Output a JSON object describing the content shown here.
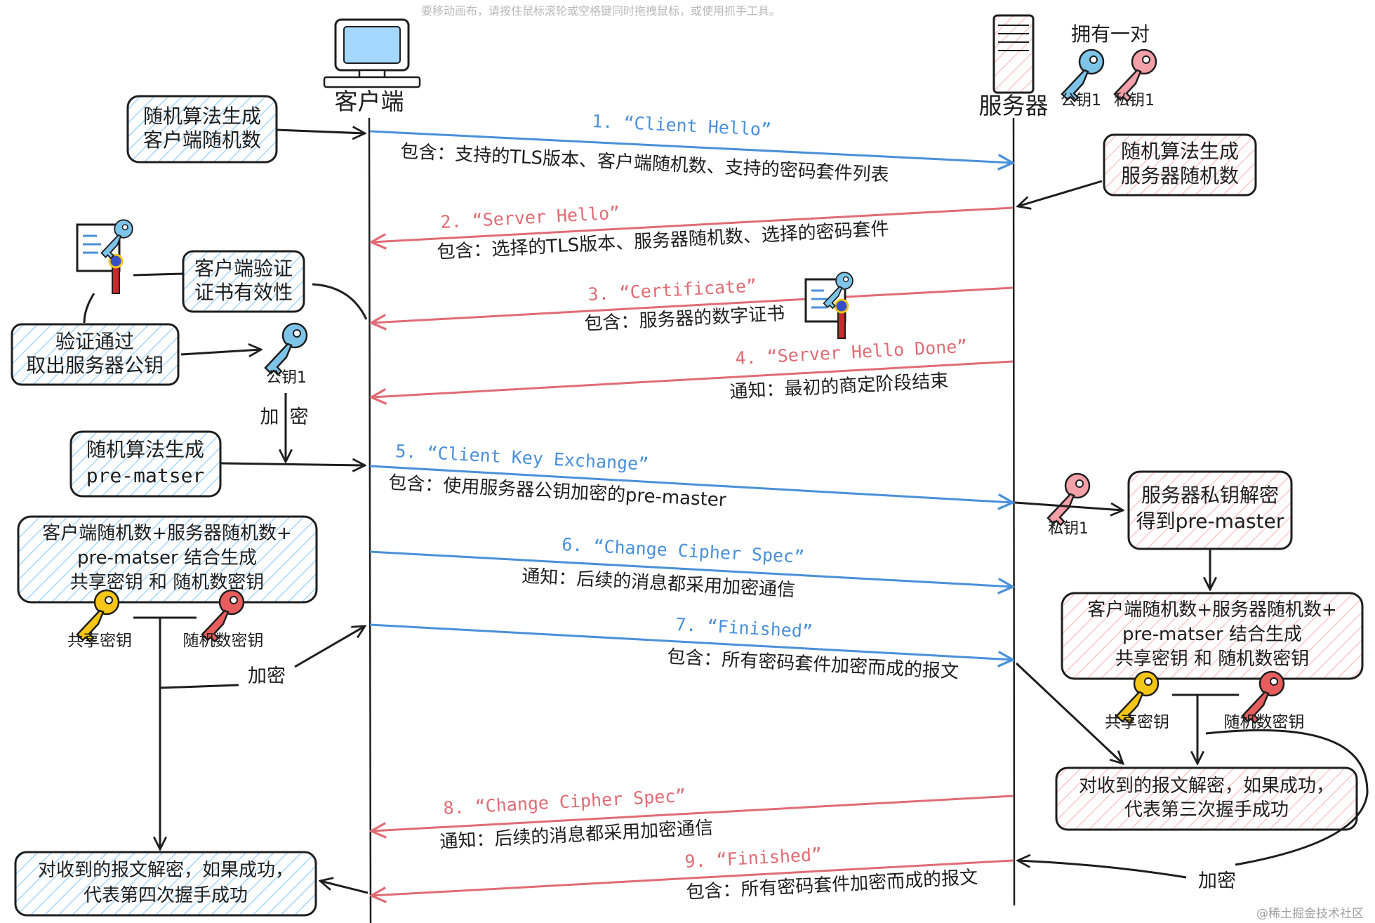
{
  "hint": "要移动画布，请按住鼠标滚轮或空格键同时拖拽鼠标，或使用抓手工具。",
  "watermark": "@稀土掘金技术社区",
  "colors": {
    "blue": "#4a90d9",
    "red": "#e06c75",
    "blue_fill": "#a5d8ff",
    "red_fill": "#ffc9c9",
    "key_blue": "#7ec4e8",
    "key_pink": "#f4a0a8",
    "key_yellow": "#f5c518",
    "key_red": "#e85d5d",
    "orange_text": "#e69a00",
    "red_text": "#d93a3a"
  },
  "actors": {
    "client": "客户端",
    "server": "服务器"
  },
  "server_keys": {
    "caption": "拥有一对",
    "public": "公钥1",
    "private": "私钥1"
  },
  "messages": [
    {
      "title": "1. “Client Hello”",
      "note": "包含：支持的TLS版本、客户端随机数、支持的密码套件列表"
    },
    {
      "title": "2. “Server Hello”",
      "note": "包含：选择的TLS版本、服务器随机数、选择的密码套件"
    },
    {
      "title": "3. “Certificate”",
      "note": "包含：服务器的数字证书"
    },
    {
      "title": "4. “Server Hello Done”",
      "note": "通知：最初的商定阶段结束"
    },
    {
      "title": "5. “Client Key Exchange”",
      "note": "包含：使用服务器公钥加密的pre-master"
    },
    {
      "title": "6. “Change Cipher Spec”",
      "note": "通知：后续的消息都采用加密通信"
    },
    {
      "title": "7. “Finished”",
      "note": "包含：所有密码套件加密而成的报文"
    },
    {
      "title": "8. “Change Cipher Spec”",
      "note": "通知：后续的消息都采用加密通信"
    },
    {
      "title": "9. “Finished”",
      "note": "包含：所有密码套件加密而成的报文"
    }
  ],
  "client_side": {
    "random_gen": [
      "随机算法生成",
      "客户端随机数"
    ],
    "verify_cert": [
      "客户端验证",
      "证书有效性"
    ],
    "verify_ok": [
      "验证通过",
      "取出服务器公钥"
    ],
    "public_key": "公钥1",
    "encrypt_vertical": [
      "加",
      "密"
    ],
    "premaster_gen": [
      "随机算法生成",
      "pre-matser"
    ],
    "combine": [
      "客户端随机数+服务器随机数+",
      "pre-matser 结合生成",
      "共享密钥 和 随机数密钥"
    ],
    "shared_key": "共享密钥",
    "random_key": "随机数密钥",
    "encrypt": "加密",
    "decrypt_result": [
      "对收到的报文解密，如果成功，",
      "代表第四次握手成功"
    ]
  },
  "server_side": {
    "random_gen": [
      "随机算法生成",
      "服务器随机数"
    ],
    "private_key": "私钥1",
    "decrypt_premaster": [
      "服务器私钥解密",
      "得到pre-master"
    ],
    "combine": [
      "客户端随机数+服务器随机数+",
      "pre-matser 结合生成",
      "共享密钥 和 随机数密钥"
    ],
    "shared_key": "共享密钥",
    "random_key": "随机数密钥",
    "decrypt_result": [
      "对收到的报文解密，如果成功，",
      "代表第三次握手成功"
    ],
    "encrypt": "加密"
  }
}
